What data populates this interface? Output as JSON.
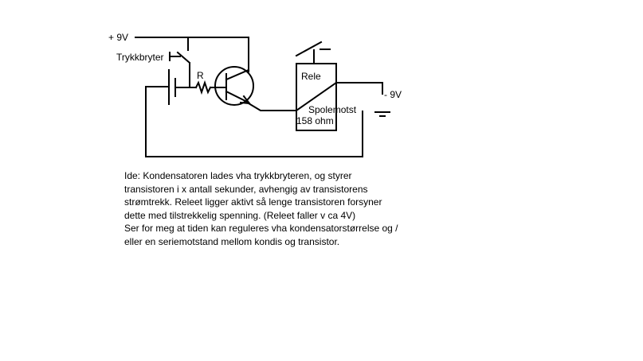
{
  "labels": {
    "plus9v": "+ 9V",
    "minus9v": "- 9V",
    "push_switch": "Trykkbryter",
    "resistor": "R",
    "relay": "Rele",
    "coil": "Spolemotst",
    "coil_resistance": "158 ohm"
  },
  "notes": [
    "Ide: Kondensatoren lades vha trykkbryteren, og styrer",
    "transistoren i x antall sekunder, avhengig av transistorens",
    "strømtrekk. Releet ligger aktivt så lenge transistoren forsyner",
    "dette med tilstrekkelig spenning. (Releet faller v ca 4V)",
    "Ser for meg at tiden kan reguleres vha kondensatorstørrelse og /",
    "eller en seriemotstand mellom kondis og transistor."
  ]
}
